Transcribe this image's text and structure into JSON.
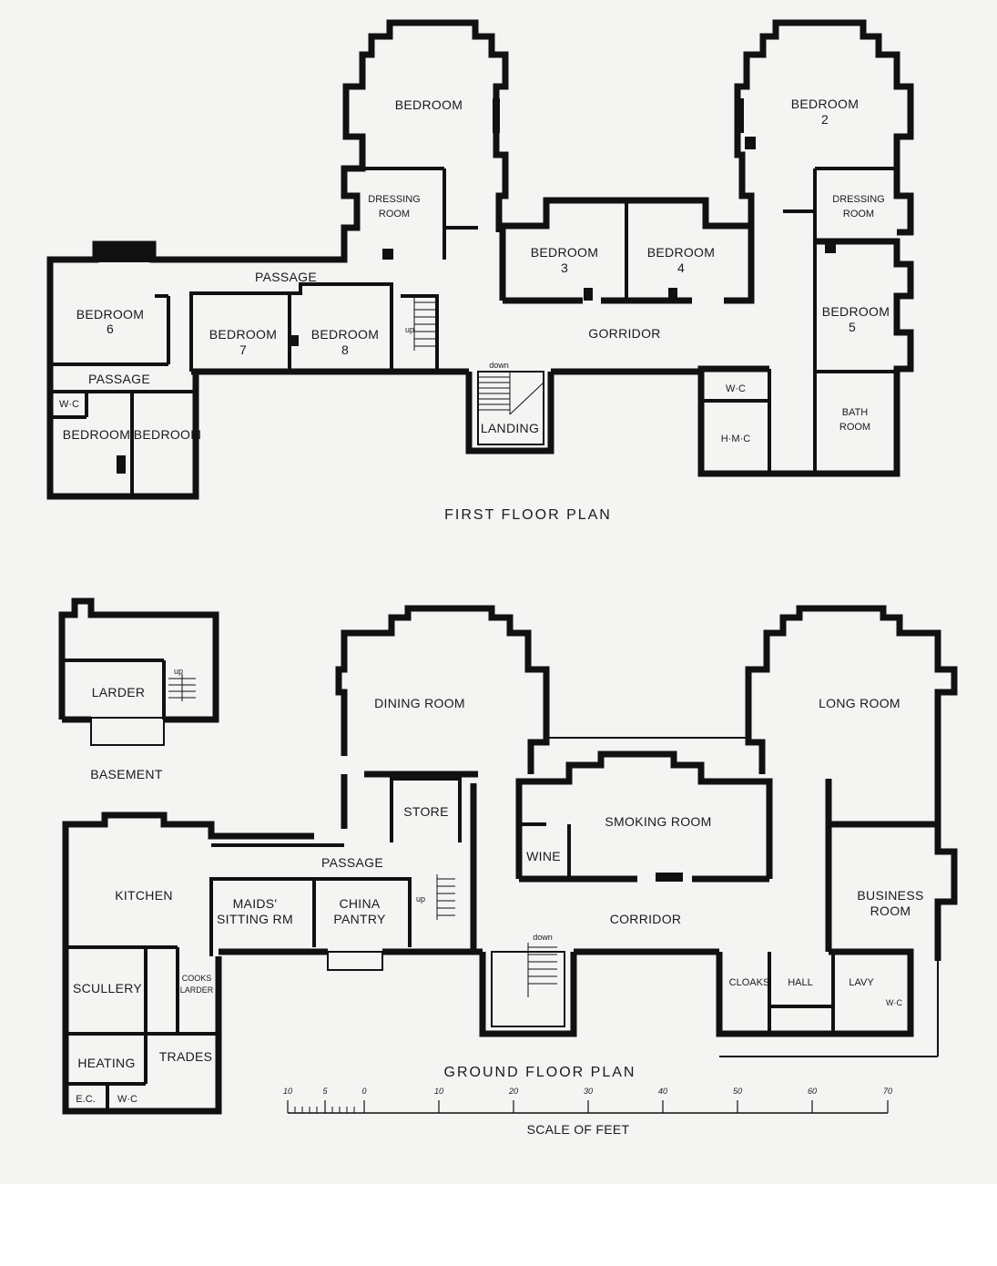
{
  "first_floor": {
    "title": "FIRST  FLOOR  PLAN",
    "rooms": {
      "bedroom_1": "BEDROOM",
      "dressing_1_a": "DRESSING",
      "dressing_1_b": "ROOM",
      "bedroom_2_a": "BEDROOM",
      "bedroom_2_b": "2",
      "dressing_2_a": "DRESSING",
      "dressing_2_b": "ROOM",
      "bedroom_3_a": "BEDROOM",
      "bedroom_3_b": "3",
      "bedroom_4_a": "BEDROOM",
      "bedroom_4_b": "4",
      "passage_upper": "PASSAGE",
      "bedroom_6_a": "BEDROOM",
      "bedroom_6_b": "6",
      "bedroom_7_a": "BEDROOM",
      "bedroom_7_b": "7",
      "bedroom_8_a": "BEDROOM",
      "bedroom_8_b": "8",
      "corridor": "GORRIDOR",
      "bedroom_5_a": "BEDROOM",
      "bedroom_5_b": "5",
      "passage_lower": "PASSAGE",
      "wc_left": "W·C",
      "bedroom_sw_1": "BEDROOM",
      "bedroom_sw_2": "BEDROOM",
      "landing": "LANDING",
      "wc_right": "W·C",
      "hmc": "H·M·C",
      "bath_a": "BATH",
      "bath_b": "ROOM",
      "stair_up": "up",
      "stair_down": "down"
    }
  },
  "basement": {
    "title": "BASEMENT",
    "larder": "LARDER",
    "stair_up": "up"
  },
  "ground_floor": {
    "title": "GROUND FLOOR PLAN",
    "rooms": {
      "dining_room": "DINING ROOM",
      "long_room": "LONG ROOM",
      "store": "STORE",
      "smoking_room": "SMOKING ROOM",
      "wine": "WINE",
      "passage": "PASSAGE",
      "kitchen": "KITCHEN",
      "maids_a": "MAIDS'",
      "maids_b": "SITTING RM",
      "china_a": "CHINA",
      "china_b": "PANTRY",
      "corridor": "CORRIDOR",
      "business_a": "BUSINESS",
      "business_b": "ROOM",
      "scullery": "SCULLERY",
      "cooks_a": "COOKS",
      "cooks_b": "LARDER",
      "cloaks": "CLOAKS",
      "hall": "HALL",
      "lavy": "LAVY",
      "wc": "W·C",
      "heating": "HEATING",
      "trades": "TRADES",
      "ec": "E.C.",
      "wc_small": "W·C",
      "stair_up": "up",
      "stair_down": "down"
    }
  },
  "scale": {
    "title": "SCALE  OF  FEET",
    "ticks": [
      "10",
      "5",
      "0",
      "10",
      "20",
      "30",
      "40",
      "50",
      "60",
      "70"
    ]
  }
}
